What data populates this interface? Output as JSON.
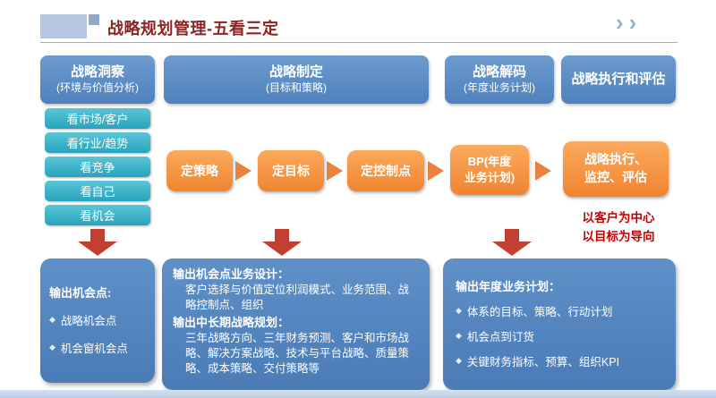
{
  "slide": {
    "title": "战略规划管理-五看三定",
    "nav_chevrons": "››"
  },
  "columns": {
    "insight": {
      "header_title": "战略洞察",
      "header_sub": "(环境与价值分析)",
      "items": [
        "看市场/客户",
        "看行业/趋势",
        "看竞争",
        "看自己",
        "看机会"
      ],
      "output": {
        "title": "输出机会点:",
        "bullet": "◆",
        "items": [
          "战略机会点",
          "机会窗机会点"
        ]
      }
    },
    "formulate": {
      "header_title": "战略制定",
      "header_sub": "(目标和策略)",
      "steps": [
        "定策略",
        "定目标",
        "定控制点"
      ],
      "output": {
        "section1_title": "输出机会点业务设计：",
        "section1_body": "客户选择与价值定位利润模式、业务范围、战略控制点、组织",
        "section2_title": "输出中长期战略规划：",
        "section2_body": "三年战略方向、三年财务预测、客户和市场战略、解决方案战略、技术与平台战略、质量策略、成本策略、交付策略等"
      }
    },
    "decode": {
      "header_title": "战略解码",
      "header_sub": "(年度业务计划)",
      "step_line1": "BP(年度",
      "step_line2": "业务计划)",
      "output": {
        "title": "输出年度业务计划：",
        "bullet": "◆",
        "items": [
          "体系的目标、策略、行动计划",
          "机会点到订货",
          "关键财务指标、预算、组织KPI"
        ]
      }
    },
    "execute": {
      "header_title": "战略执行和评估",
      "step_line1": "战略执行、",
      "step_line2": "监控、评估",
      "note_line1": "以客户为中心",
      "note_line2": "以目标为导向"
    }
  },
  "colors": {
    "title_text": "#8B2323",
    "header_blue": "#4F81BD",
    "teal": "#2FA9BF",
    "orange": "#F79646",
    "arrow_red": "#C2402F",
    "note_red": "#C00000",
    "accent_blue": "#B4C7DE"
  }
}
